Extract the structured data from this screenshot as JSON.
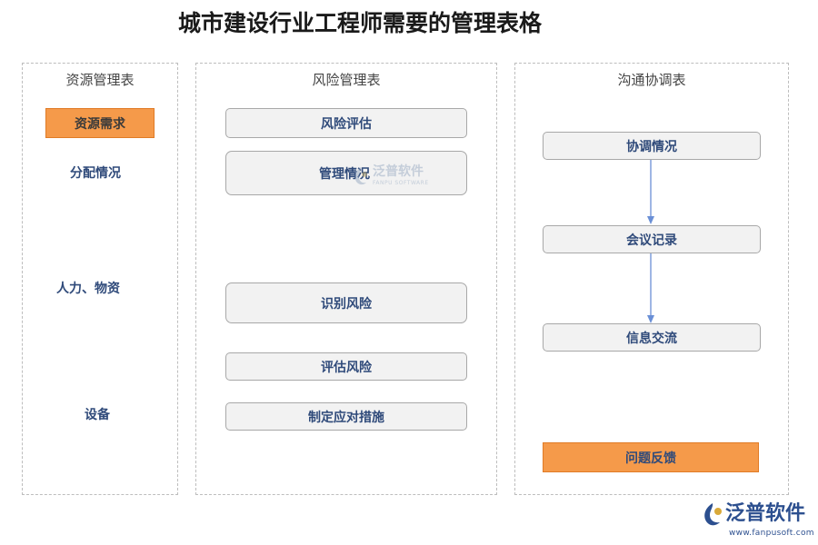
{
  "title": "城市建设行业工程师需要的管理表格",
  "panels": {
    "resource": {
      "title": "资源管理表",
      "header_box": "资源需求",
      "items": [
        "分配情况",
        "人力、物资",
        "设备"
      ]
    },
    "risk": {
      "title": "风险管理表",
      "boxes": [
        "风险评估",
        "管理情况",
        "识别风险",
        "评估风险",
        "制定应对措施"
      ]
    },
    "communication": {
      "title": "沟通协调表",
      "flow": [
        "协调情况",
        "会议记录",
        "信息交流"
      ],
      "footer_box": "问题反馈"
    }
  },
  "watermark": {
    "text": "泛普软件",
    "sub": "FANPU SOFTWARE"
  },
  "logo": {
    "name": "泛普软件",
    "url": "www.fanpusoft.com"
  },
  "colors": {
    "accent_orange": "#f59a4a",
    "node_fill": "#f2f2f2",
    "node_text": "#2f4a7a",
    "arrow": "#6a8fd6"
  }
}
